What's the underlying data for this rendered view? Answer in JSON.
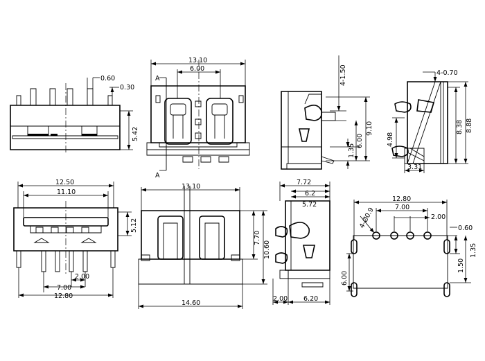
{
  "views": {
    "side_top": {
      "pitch_label": "0.60",
      "thickness_label": "0.30",
      "height_label": "5.42"
    },
    "front_top": {
      "width_label": "13.10",
      "inner_label": "6.00",
      "section_top": "A",
      "section_bottom": "A"
    },
    "section_mid": {
      "top_label": "4-1.50",
      "h1_label": "6.00",
      "h2_label": "9.10",
      "low_label": "1.35"
    },
    "section_right": {
      "top_label": "4-0.70",
      "left_label": "4.98",
      "h1_label": "8.38",
      "h2_label": "8.88",
      "bottom_label": "3.31"
    },
    "front_bottom": {
      "outer_label": "12.50",
      "inner_label": "11.10",
      "height_label": "5.12",
      "pitch_label": "2.00",
      "span_label": "7.00",
      "total_label": "12.80"
    },
    "rear": {
      "top_label": "13.10",
      "h1_label": "7.70",
      "h2_label": "10.60",
      "bottom_label": "14.60"
    },
    "side_bottom": {
      "l1": "7.72",
      "l2": "6.2",
      "l3": "5.72",
      "tab_label": "2.00",
      "foot_label": "6.20"
    },
    "footprint": {
      "width_label": "12.80",
      "span_label": "7.00",
      "pitch_label": "2.00",
      "hole_label": "4-Ø0.9",
      "pad_label": "0.60",
      "l1": "1.50",
      "l2": "1.35",
      "h_label": "6.00"
    }
  }
}
